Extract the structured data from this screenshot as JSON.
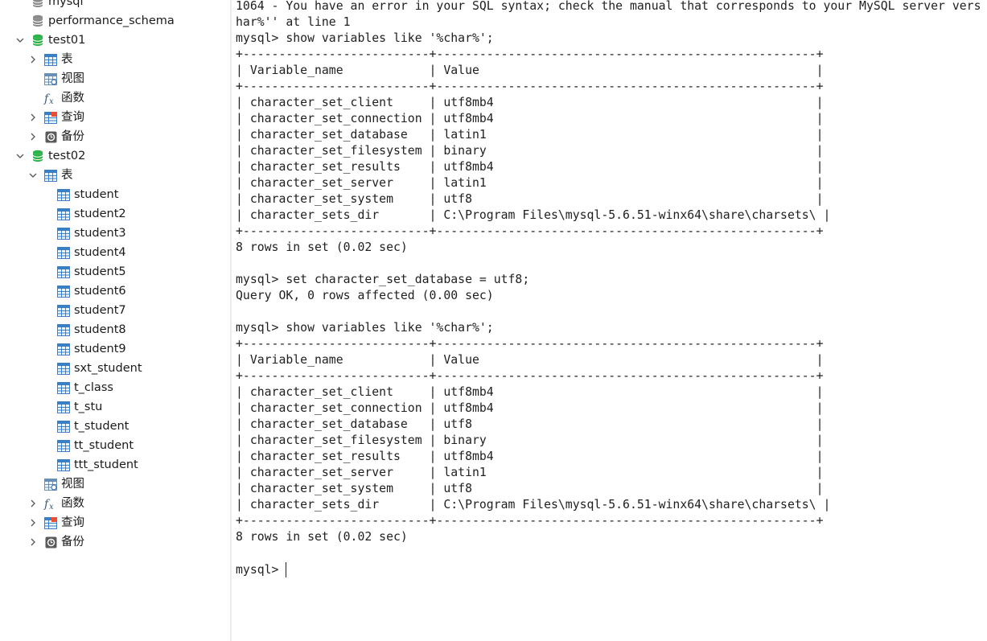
{
  "tree": [
    {
      "level": 0,
      "label": "mysql",
      "icon": "database-gray-icon",
      "expand": "none",
      "name": "tree-db-mysql"
    },
    {
      "level": 0,
      "label": "performance_schema",
      "icon": "database-gray-icon",
      "expand": "none",
      "name": "tree-db-performance-schema"
    },
    {
      "level": 0,
      "label": "test01",
      "icon": "database-green-icon",
      "expand": "down",
      "name": "tree-db-test01"
    },
    {
      "level": 1,
      "label": "表",
      "icon": "table-icon",
      "expand": "right",
      "name": "tree-test01-tables"
    },
    {
      "level": 1,
      "label": "视图",
      "icon": "view-icon",
      "expand": "none",
      "name": "tree-test01-views"
    },
    {
      "level": 1,
      "label": "函数",
      "icon": "function-icon",
      "expand": "none",
      "name": "tree-test01-functions"
    },
    {
      "level": 1,
      "label": "查询",
      "icon": "query-icon",
      "expand": "right",
      "name": "tree-test01-queries"
    },
    {
      "level": 1,
      "label": "备份",
      "icon": "backup-icon",
      "expand": "right",
      "name": "tree-test01-backups"
    },
    {
      "level": 0,
      "label": "test02",
      "icon": "database-green-icon",
      "expand": "down",
      "name": "tree-db-test02"
    },
    {
      "level": 1,
      "label": "表",
      "icon": "table-icon",
      "expand": "down",
      "name": "tree-test02-tables"
    },
    {
      "level": 2,
      "label": "student",
      "icon": "table-icon",
      "expand": "none",
      "name": "tree-table-student"
    },
    {
      "level": 2,
      "label": "student2",
      "icon": "table-icon",
      "expand": "none",
      "name": "tree-table-student2"
    },
    {
      "level": 2,
      "label": "student3",
      "icon": "table-icon",
      "expand": "none",
      "name": "tree-table-student3"
    },
    {
      "level": 2,
      "label": "student4",
      "icon": "table-icon",
      "expand": "none",
      "name": "tree-table-student4"
    },
    {
      "level": 2,
      "label": "student5",
      "icon": "table-icon",
      "expand": "none",
      "name": "tree-table-student5"
    },
    {
      "level": 2,
      "label": "student6",
      "icon": "table-icon",
      "expand": "none",
      "name": "tree-table-student6"
    },
    {
      "level": 2,
      "label": "student7",
      "icon": "table-icon",
      "expand": "none",
      "name": "tree-table-student7"
    },
    {
      "level": 2,
      "label": "student8",
      "icon": "table-icon",
      "expand": "none",
      "name": "tree-table-student8"
    },
    {
      "level": 2,
      "label": "student9",
      "icon": "table-icon",
      "expand": "none",
      "name": "tree-table-student9"
    },
    {
      "level": 2,
      "label": "sxt_student",
      "icon": "table-icon",
      "expand": "none",
      "name": "tree-table-sxt-student"
    },
    {
      "level": 2,
      "label": "t_class",
      "icon": "table-icon",
      "expand": "none",
      "name": "tree-table-t-class"
    },
    {
      "level": 2,
      "label": "t_stu",
      "icon": "table-icon",
      "expand": "none",
      "name": "tree-table-t-stu"
    },
    {
      "level": 2,
      "label": "t_student",
      "icon": "table-icon",
      "expand": "none",
      "name": "tree-table-t-student"
    },
    {
      "level": 2,
      "label": "tt_student",
      "icon": "table-icon",
      "expand": "none",
      "name": "tree-table-tt-student"
    },
    {
      "level": 2,
      "label": "ttt_student",
      "icon": "table-icon",
      "expand": "none",
      "name": "tree-table-ttt-student"
    },
    {
      "level": 1,
      "label": "视图",
      "icon": "view-icon",
      "expand": "none",
      "name": "tree-test02-views"
    },
    {
      "level": 1,
      "label": "函数",
      "icon": "function-icon",
      "expand": "right",
      "name": "tree-test02-functions"
    },
    {
      "level": 1,
      "label": "查询",
      "icon": "query-icon",
      "expand": "right",
      "name": "tree-test02-queries"
    },
    {
      "level": 1,
      "label": "备份",
      "icon": "backup-icon",
      "expand": "right",
      "name": "tree-test02-backups"
    }
  ],
  "console": {
    "lines": [
      "1064 - You have an error in your SQL syntax; check the manual that corresponds to your MySQL server vers",
      "har%'' at line 1",
      "mysql> show variables like '%char%';",
      "+--------------------------+-----------------------------------------------------+",
      "| Variable_name            | Value                                               |",
      "+--------------------------+-----------------------------------------------------+",
      "| character_set_client     | utf8mb4                                             |",
      "| character_set_connection | utf8mb4                                             |",
      "| character_set_database   | latin1                                              |",
      "| character_set_filesystem | binary                                              |",
      "| character_set_results    | utf8mb4                                             |",
      "| character_set_server     | latin1                                              |",
      "| character_set_system     | utf8                                                |",
      "| character_sets_dir       | C:\\Program Files\\mysql-5.6.51-winx64\\share\\charsets\\ |",
      "+--------------------------+-----------------------------------------------------+",
      "8 rows in set (0.02 sec)",
      "",
      "mysql> set character_set_database = utf8;",
      "Query OK, 0 rows affected (0.00 sec)",
      "",
      "mysql> show variables like '%char%';",
      "+--------------------------+-----------------------------------------------------+",
      "| Variable_name            | Value                                               |",
      "+--------------------------+-----------------------------------------------------+",
      "| character_set_client     | utf8mb4                                             |",
      "| character_set_connection | utf8mb4                                             |",
      "| character_set_database   | utf8                                                |",
      "| character_set_filesystem | binary                                              |",
      "| character_set_results    | utf8mb4                                             |",
      "| character_set_server     | latin1                                              |",
      "| character_set_system     | utf8                                                |",
      "| character_sets_dir       | C:\\Program Files\\mysql-5.6.51-winx64\\share\\charsets\\ |",
      "+--------------------------+-----------------------------------------------------+",
      "8 rows in set (0.02 sec)",
      ""
    ],
    "prompt": "mysql> "
  },
  "colors": {
    "db_green": "#2db24a",
    "db_gray": "#8a8a8a",
    "table_blue": "#3c7fc4",
    "text": "#1a1a1a"
  }
}
